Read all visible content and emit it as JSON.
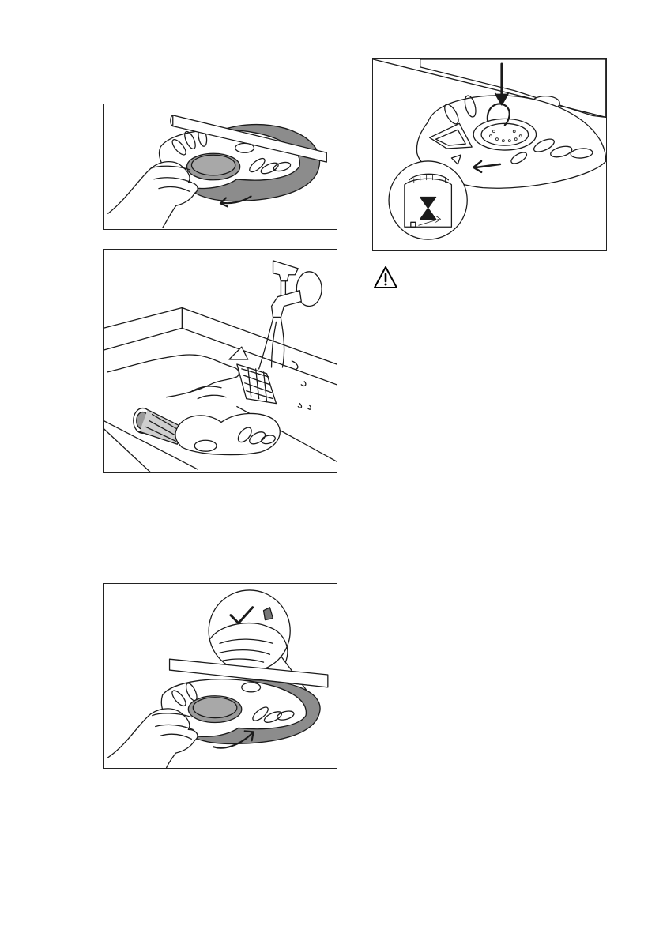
{
  "page": {
    "figures": [
      {
        "id": "fig1",
        "icon": "filter-remove-icon"
      },
      {
        "id": "fig2",
        "icon": "filter-rinse-icon"
      },
      {
        "id": "fig3",
        "icon": "filter-install-icon"
      },
      {
        "id": "fig4",
        "icon": "filter-lock-icon"
      }
    ],
    "warning": {
      "icon": "warning-icon",
      "color": "#000000"
    },
    "colors": {
      "stroke": "#1a1a1a",
      "filter_gray": "#9a9a9a",
      "dark_gray": "#777777"
    }
  }
}
